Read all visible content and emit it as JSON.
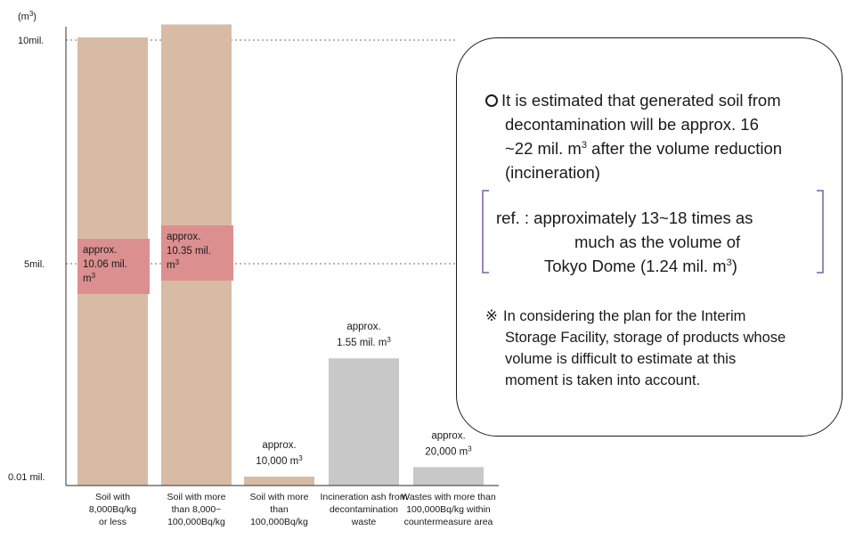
{
  "chart_data": {
    "type": "bar",
    "unit_label": "(m",
    "unit_sup": "3",
    "unit_close": ")",
    "y_scale": "nonlinear (broken axis)",
    "ticks": [
      {
        "label": "10mil.",
        "value": 10000000
      },
      {
        "label": "5mil.",
        "value": 5000000
      },
      {
        "label": "0.01 mil.",
        "value": 10000
      }
    ],
    "grid": "dotted lines at 10mil. and 5mil.",
    "categories": [
      [
        "Soil with",
        "8,000Bq/kg",
        "or less"
      ],
      [
        "Soil with more",
        "than 8,000~",
        "100,000Bq/kg"
      ],
      [
        "Soil with more",
        "than",
        "100,000Bq/kg"
      ],
      [
        "Incineration ash from",
        "decontamination",
        "waste"
      ],
      [
        "Wastes with more than",
        "100,000Bq/kg within",
        "countermeasure area"
      ]
    ],
    "values": [
      10060000,
      10350000,
      10000,
      1550000,
      20000
    ],
    "colors": [
      "#d8bba5",
      "#d8bba5",
      "#d8bba5",
      "#c8c8c8",
      "#c8c8c8"
    ],
    "label_box_color": "#dc8f8f",
    "value_labels": [
      {
        "lines": [
          "approx.",
          "10.06 mil.",
          "m"
        ],
        "sup": "3",
        "style": "boxed"
      },
      {
        "lines": [
          "approx.",
          "10.35 mil.",
          "m"
        ],
        "sup": "3",
        "style": "boxed"
      },
      {
        "lines": [
          "approx.",
          "10,000 m"
        ],
        "sup": "3",
        "style": "plain"
      },
      {
        "lines": [
          "approx.",
          "1.55 mil. m"
        ],
        "sup": "3",
        "style": "plain"
      },
      {
        "lines": [
          "approx.",
          "20,000 m"
        ],
        "sup": "3",
        "style": "plain"
      }
    ]
  },
  "info_box": {
    "para1": {
      "line1": "It is estimated that generated soil from",
      "line2": "decontamination will be approx. 16",
      "line3_pre": "~22 mil. m",
      "line3_sup": "3",
      "line3_post": " after the volume reduction",
      "line4": "(incineration)"
    },
    "ref": {
      "line1": "ref. : approximately 13~18 times as",
      "line2": "much as the volume of",
      "line3_pre": "Tokyo Dome (1.24 mil. m",
      "line3_sup": "3",
      "line3_post": ")"
    },
    "note": {
      "mark": "※",
      "line1": "In considering the plan for the Interim",
      "line2": "Storage Facility, storage of products whose",
      "line3": "volume is difficult to estimate at this",
      "line4": "moment is taken into account."
    },
    "bracket_color": "#9b86b8"
  }
}
